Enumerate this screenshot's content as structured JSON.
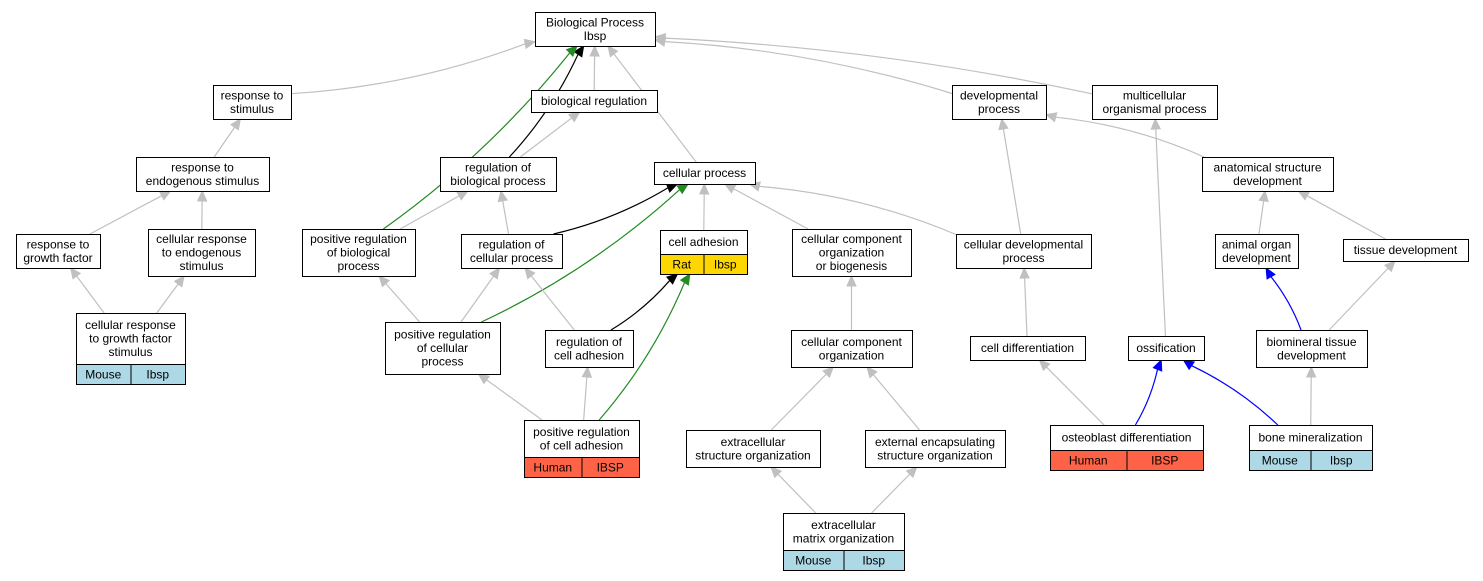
{
  "colors": {
    "grey_edge": "#c0c0c0",
    "black_edge": "#000000",
    "green_edge": "#228b22",
    "blue_edge": "#0000ff",
    "mouse": "#add8e6",
    "rat": "#ffd700",
    "human": "#ff6347"
  },
  "nodes": {
    "bp": {
      "lines": [
        "Biological Process",
        "Ibsp"
      ]
    },
    "response_to_stimulus": {
      "lines": [
        "response to",
        "stimulus"
      ]
    },
    "biological_regulation": {
      "lines": [
        "biological regulation"
      ]
    },
    "developmental_process": {
      "lines": [
        "developmental",
        "process"
      ]
    },
    "multicellular_organismal_process": {
      "lines": [
        "multicellular",
        "organismal process"
      ]
    },
    "response_to_endogenous_stimulus": {
      "lines": [
        "response to",
        "endogenous stimulus"
      ]
    },
    "regulation_of_biological_process": {
      "lines": [
        "regulation of",
        "biological process"
      ]
    },
    "cellular_process": {
      "lines": [
        "cellular process"
      ]
    },
    "anatomical_structure_development": {
      "lines": [
        "anatomical structure",
        "development"
      ]
    },
    "response_to_growth_factor": {
      "lines": [
        "response to",
        "growth factor"
      ]
    },
    "cellular_response_to_endogenous_stimulus": {
      "lines": [
        "cellular response",
        "to endogenous",
        "stimulus"
      ]
    },
    "positive_regulation_of_biological_process": {
      "lines": [
        "positive regulation",
        "of biological",
        "process"
      ]
    },
    "regulation_of_cellular_process": {
      "lines": [
        "regulation of",
        "cellular process"
      ]
    },
    "cell_adhesion": {
      "lines": [
        "cell adhesion"
      ],
      "species": "Rat",
      "gene": "Ibsp",
      "color": "rat"
    },
    "cellular_component_organization_or_biogenesis": {
      "lines": [
        "cellular component",
        "organization",
        "or biogenesis"
      ]
    },
    "cellular_developmental_process": {
      "lines": [
        "cellular developmental",
        "process"
      ]
    },
    "animal_organ_development": {
      "lines": [
        "animal organ",
        "development"
      ]
    },
    "tissue_development": {
      "lines": [
        "tissue development"
      ]
    },
    "cellular_response_to_growth_factor_stimulus": {
      "lines": [
        "cellular response",
        "to growth factor",
        "stimulus"
      ],
      "species": "Mouse",
      "gene": "Ibsp",
      "color": "mouse"
    },
    "positive_regulation_of_cellular_process": {
      "lines": [
        "positive regulation",
        "of cellular",
        "process"
      ]
    },
    "regulation_of_cell_adhesion": {
      "lines": [
        "regulation of",
        "cell adhesion"
      ]
    },
    "cellular_component_organization": {
      "lines": [
        "cellular component",
        "organization"
      ]
    },
    "cell_differentiation": {
      "lines": [
        "cell differentiation"
      ]
    },
    "ossification": {
      "lines": [
        "ossification"
      ]
    },
    "biomineral_tissue_development": {
      "lines": [
        "biomineral tissue",
        "development"
      ]
    },
    "positive_regulation_of_cell_adhesion": {
      "lines": [
        "positive regulation",
        "of cell adhesion"
      ],
      "species": "Human",
      "gene": "IBSP",
      "color": "human"
    },
    "extracellular_structure_organization": {
      "lines": [
        "extracellular",
        "structure organization"
      ]
    },
    "external_encapsulating_structure_organization": {
      "lines": [
        "external encapsulating",
        "structure organization"
      ]
    },
    "osteoblast_differentiation": {
      "lines": [
        "osteoblast differentiation"
      ],
      "species": "Human",
      "gene": "IBSP",
      "color": "human"
    },
    "bone_mineralization": {
      "lines": [
        "bone mineralization"
      ],
      "species": "Mouse",
      "gene": "Ibsp",
      "color": "mouse"
    },
    "extracellular_matrix_organization": {
      "lines": [
        "extracellular",
        "matrix organization"
      ],
      "species": "Mouse",
      "gene": "Ibsp",
      "color": "mouse"
    }
  },
  "edges": [
    {
      "from": "response_to_stimulus",
      "to": "bp",
      "color": "grey_edge"
    },
    {
      "from": "biological_regulation",
      "to": "bp",
      "color": "grey_edge"
    },
    {
      "from": "developmental_process",
      "to": "bp",
      "color": "grey_edge"
    },
    {
      "from": "multicellular_organismal_process",
      "to": "bp",
      "color": "grey_edge"
    },
    {
      "from": "cellular_process",
      "to": "bp",
      "color": "grey_edge"
    },
    {
      "from": "regulation_of_biological_process",
      "to": "bp",
      "color": "black_edge"
    },
    {
      "from": "positive_regulation_of_biological_process",
      "to": "bp",
      "color": "green_edge"
    },
    {
      "from": "response_to_endogenous_stimulus",
      "to": "response_to_stimulus",
      "color": "grey_edge"
    },
    {
      "from": "regulation_of_biological_process",
      "to": "biological_regulation",
      "color": "grey_edge"
    },
    {
      "from": "anatomical_structure_development",
      "to": "developmental_process",
      "color": "grey_edge"
    },
    {
      "from": "cellular_developmental_process",
      "to": "developmental_process",
      "color": "grey_edge"
    },
    {
      "from": "ossification",
      "to": "multicellular_organismal_process",
      "color": "grey_edge"
    },
    {
      "from": "response_to_growth_factor",
      "to": "response_to_endogenous_stimulus",
      "color": "grey_edge"
    },
    {
      "from": "cellular_response_to_endogenous_stimulus",
      "to": "response_to_endogenous_stimulus",
      "color": "grey_edge"
    },
    {
      "from": "positive_regulation_of_biological_process",
      "to": "regulation_of_biological_process",
      "color": "grey_edge"
    },
    {
      "from": "regulation_of_cellular_process",
      "to": "regulation_of_biological_process",
      "color": "grey_edge"
    },
    {
      "from": "regulation_of_cellular_process",
      "to": "cellular_process",
      "color": "black_edge"
    },
    {
      "from": "positive_regulation_of_cellular_process",
      "to": "cellular_process",
      "color": "green_edge"
    },
    {
      "from": "cell_adhesion",
      "to": "cellular_process",
      "color": "grey_edge"
    },
    {
      "from": "cellular_component_organization_or_biogenesis",
      "to": "cellular_process",
      "color": "grey_edge"
    },
    {
      "from": "cellular_developmental_process",
      "to": "cellular_process",
      "color": "grey_edge"
    },
    {
      "from": "animal_organ_development",
      "to": "anatomical_structure_development",
      "color": "grey_edge"
    },
    {
      "from": "tissue_development",
      "to": "anatomical_structure_development",
      "color": "grey_edge"
    },
    {
      "from": "cellular_response_to_growth_factor_stimulus",
      "to": "response_to_growth_factor",
      "color": "grey_edge"
    },
    {
      "from": "cellular_response_to_growth_factor_stimulus",
      "to": "cellular_response_to_endogenous_stimulus",
      "color": "grey_edge"
    },
    {
      "from": "positive_regulation_of_cellular_process",
      "to": "positive_regulation_of_biological_process",
      "color": "grey_edge"
    },
    {
      "from": "positive_regulation_of_cellular_process",
      "to": "regulation_of_cellular_process",
      "color": "grey_edge"
    },
    {
      "from": "regulation_of_cell_adhesion",
      "to": "regulation_of_cellular_process",
      "color": "grey_edge"
    },
    {
      "from": "regulation_of_cell_adhesion",
      "to": "cell_adhesion",
      "color": "black_edge"
    },
    {
      "from": "positive_regulation_of_cell_adhesion",
      "to": "cell_adhesion",
      "color": "green_edge"
    },
    {
      "from": "positive_regulation_of_cell_adhesion",
      "to": "positive_regulation_of_cellular_process",
      "color": "grey_edge"
    },
    {
      "from": "positive_regulation_of_cell_adhesion",
      "to": "regulation_of_cell_adhesion",
      "color": "grey_edge"
    },
    {
      "from": "cellular_component_organization",
      "to": "cellular_component_organization_or_biogenesis",
      "color": "grey_edge"
    },
    {
      "from": "extracellular_structure_organization",
      "to": "cellular_component_organization",
      "color": "grey_edge"
    },
    {
      "from": "external_encapsulating_structure_organization",
      "to": "cellular_component_organization",
      "color": "grey_edge"
    },
    {
      "from": "extracellular_matrix_organization",
      "to": "extracellular_structure_organization",
      "color": "grey_edge"
    },
    {
      "from": "extracellular_matrix_organization",
      "to": "external_encapsulating_structure_organization",
      "color": "grey_edge"
    },
    {
      "from": "cell_differentiation",
      "to": "cellular_developmental_process",
      "color": "grey_edge"
    },
    {
      "from": "osteoblast_differentiation",
      "to": "cell_differentiation",
      "color": "grey_edge"
    },
    {
      "from": "osteoblast_differentiation",
      "to": "ossification",
      "color": "blue_edge"
    },
    {
      "from": "bone_mineralization",
      "to": "ossification",
      "color": "blue_edge"
    },
    {
      "from": "bone_mineralization",
      "to": "biomineral_tissue_development",
      "color": "grey_edge"
    },
    {
      "from": "biomineral_tissue_development",
      "to": "animal_organ_development",
      "color": "blue_edge"
    },
    {
      "from": "biomineral_tissue_development",
      "to": "tissue_development",
      "color": "grey_edge"
    }
  ]
}
